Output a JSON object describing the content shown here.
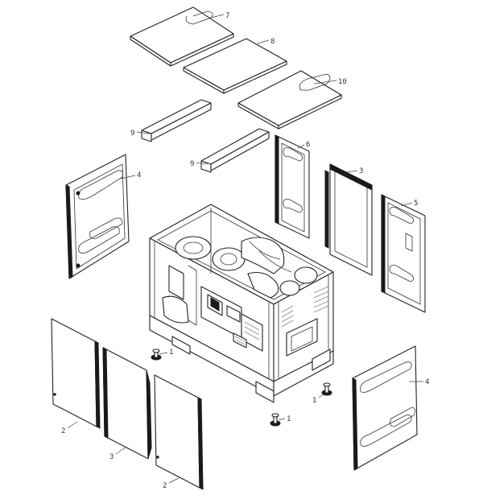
{
  "callouts": {
    "c7": "7",
    "c8": "8",
    "c10": "10",
    "c9a": "9",
    "c9b": "9",
    "c6": "6",
    "c4a": "4",
    "c3a": "3",
    "c5": "5",
    "c1a": "1",
    "c1b": "1",
    "c1c": "1",
    "c4b": "4",
    "c2a": "2",
    "c3b": "3",
    "c2b": "2"
  },
  "colors": {
    "line": "#222222",
    "background": "#ffffff"
  }
}
